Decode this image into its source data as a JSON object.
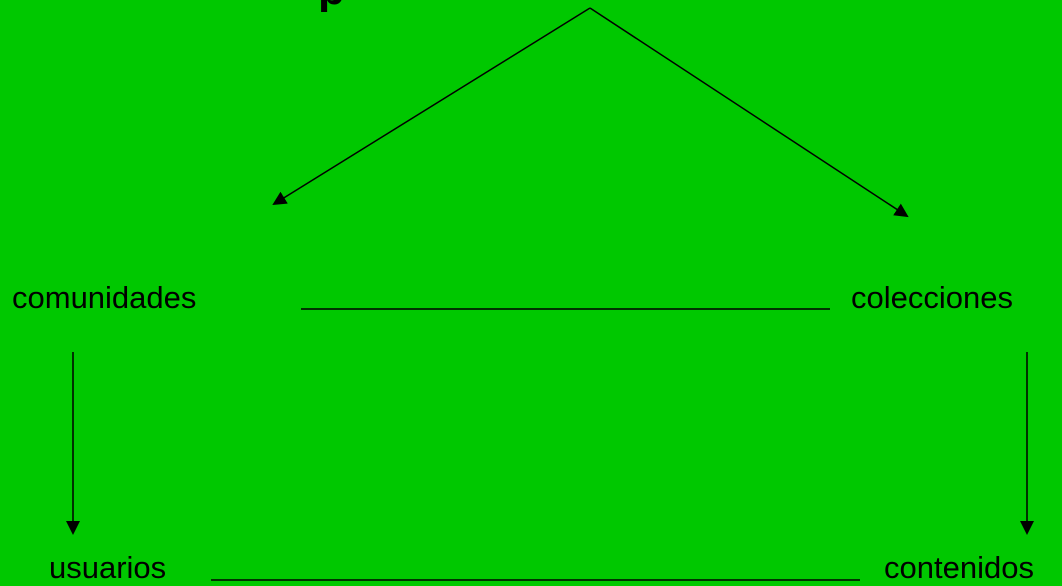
{
  "diagram": {
    "nodes": {
      "comunidades": "comunidades",
      "colecciones": "colecciones",
      "usuarios": "usuarios",
      "contenidos": "contenidos"
    },
    "clipped_title_fragment": "p"
  },
  "colors": {
    "background": "#00c800",
    "ink": "#000000"
  }
}
